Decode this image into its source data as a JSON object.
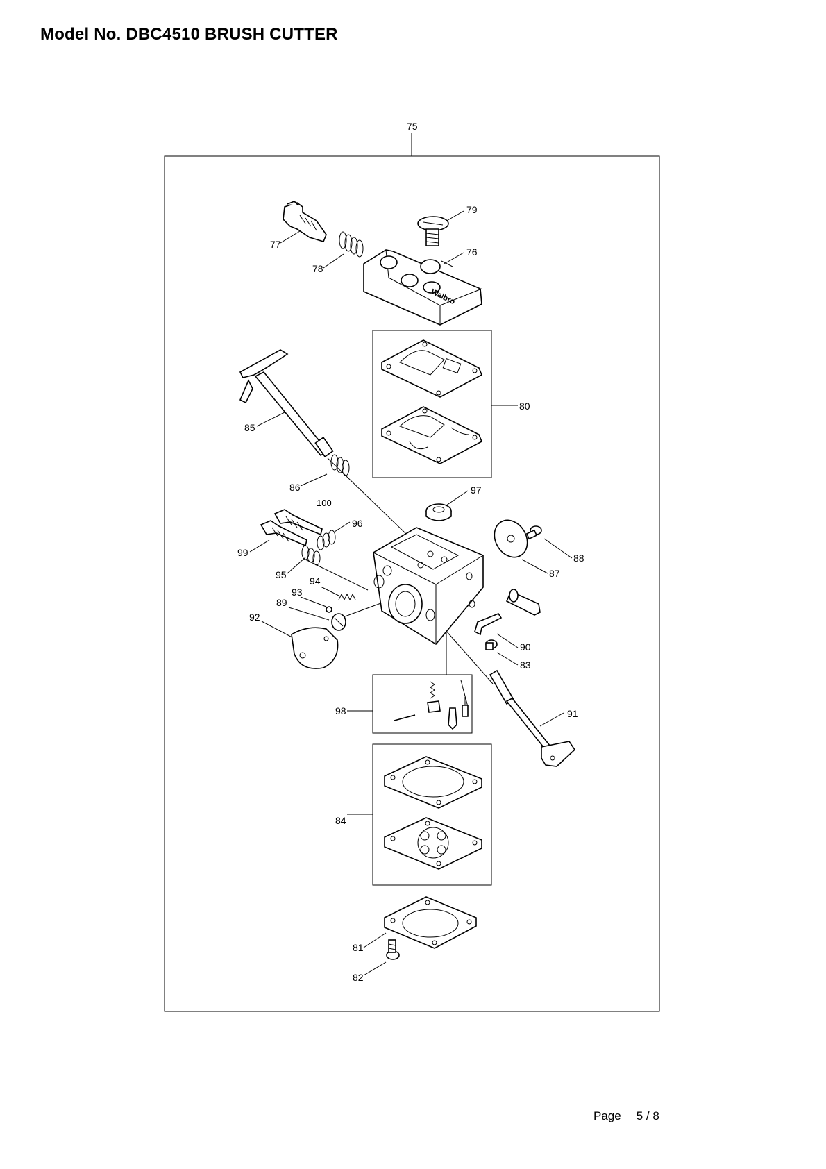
{
  "header": {
    "title": "Model No. DBC4510  BRUSH CUTTER"
  },
  "footer": {
    "page_label": "Page",
    "page_number": "5 / 8"
  },
  "diagram": {
    "callouts": [
      "75",
      "79",
      "77",
      "76",
      "78",
      "80",
      "85",
      "86",
      "97",
      "100",
      "96",
      "99",
      "88",
      "87",
      "95",
      "94",
      "93",
      "89",
      "92",
      "90",
      "83",
      "98",
      "91",
      "84",
      "81",
      "82"
    ]
  }
}
